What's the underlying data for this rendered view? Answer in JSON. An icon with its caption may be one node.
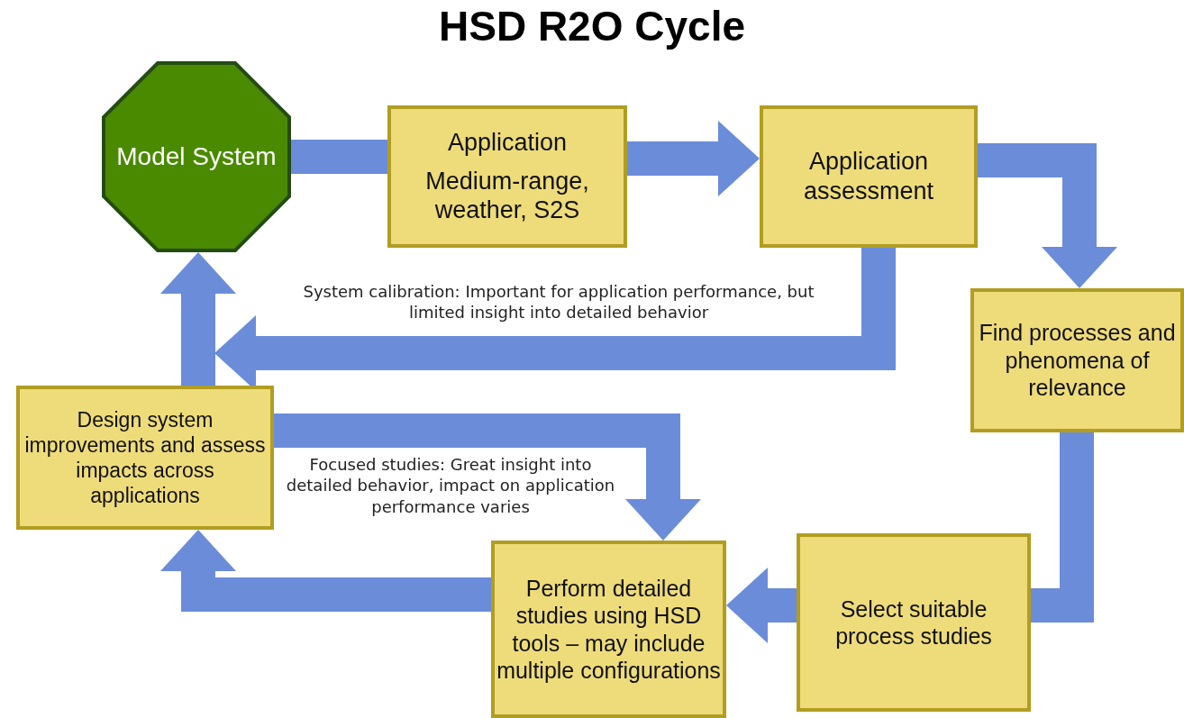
{
  "diagram": {
    "title": "HSD R2O Cycle",
    "nodes": [
      {
        "text": [
          "Model System"
        ]
      },
      {
        "text": [
          "Application",
          "Medium-range, weather, S2S"
        ]
      },
      {
        "text": [
          "Application assessment"
        ]
      },
      {
        "text": [
          "Find processes and phenomena of relevance"
        ]
      },
      {
        "text": [
          "Select suitable process studies"
        ]
      },
      {
        "text": [
          "Perform detailed studies using HSD tools – may include multiple configurations"
        ]
      },
      {
        "text": [
          "Design system improvements and assess impacts across applications"
        ]
      }
    ],
    "edges": [
      {
        "from": 0,
        "to": 1,
        "arrow": "none"
      },
      {
        "from": 1,
        "to": 2,
        "arrow": "to"
      },
      {
        "from": 2,
        "to": 3,
        "arrow": "to"
      },
      {
        "from": 3,
        "to": 4,
        "arrow": "none"
      },
      {
        "from": 4,
        "to": 5,
        "arrow": "to"
      },
      {
        "from": 5,
        "to": 6,
        "arrow": "to"
      },
      {
        "from": 6,
        "to": 0,
        "arrow": "to"
      },
      {
        "from": 2,
        "to": 0,
        "arrow": "to",
        "label": "System calibration:  Important for application performance, but limited insight into detailed behavior"
      },
      {
        "from": 6,
        "to": 5,
        "arrow": "to",
        "label": "Focused studies: Great insight into detailed behavior, impact on application performance varies"
      }
    ]
  }
}
